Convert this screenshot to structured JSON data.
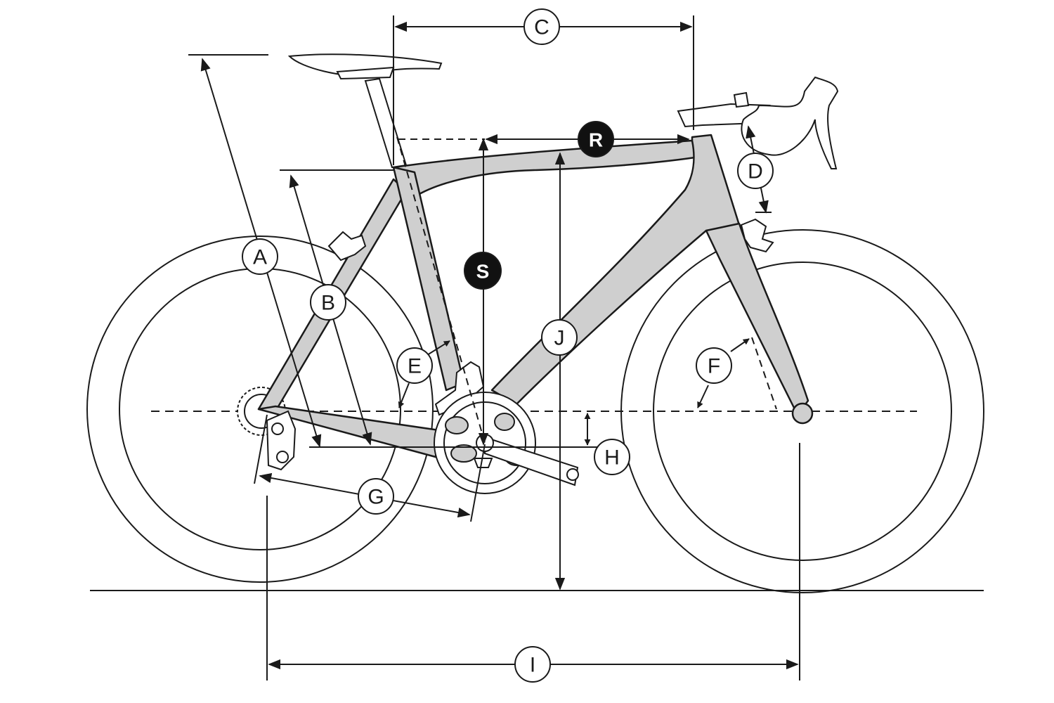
{
  "diagram": {
    "colors": {
      "line": "#1a1a1a",
      "frame_fill": "#cfcfcf",
      "label_fill": "#ffffff",
      "dark_label_fill": "#111111"
    },
    "labels": {
      "A": "A",
      "B": "B",
      "C": "C",
      "D": "D",
      "E": "E",
      "F": "F",
      "G": "G",
      "H": "H",
      "I": "I",
      "J": "J",
      "R": "R",
      "S": "S"
    }
  }
}
